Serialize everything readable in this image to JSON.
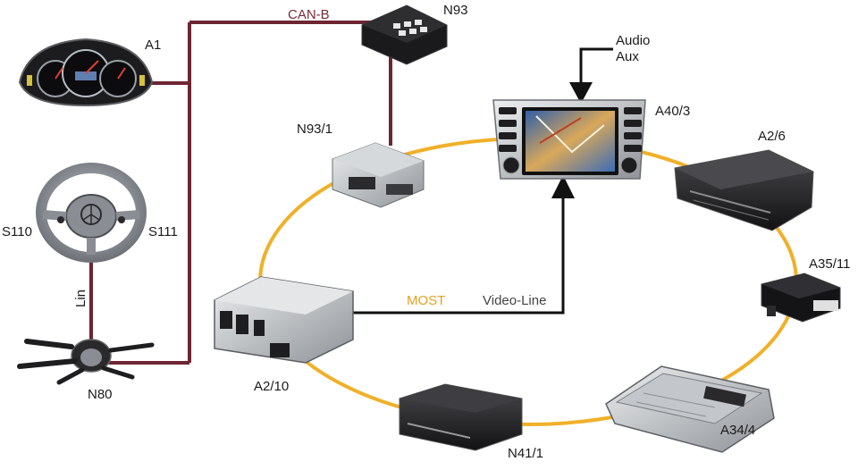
{
  "colors": {
    "most_ring": "#f0b02a",
    "can_bus": "#6e2533",
    "video_line": "#111111",
    "device_dark": "#1d1d1f",
    "device_silver": "#b9bcc0"
  },
  "buses": {
    "can": "CAN-B",
    "most": "MOST",
    "video": "Video-Line",
    "lin": "Lin"
  },
  "audio_input": {
    "line1": "Audio",
    "line2": "Aux"
  },
  "components": {
    "a1": "A1",
    "n93": "N93",
    "n93_1": "N93/1",
    "a40_3": "A40/3",
    "a2_6": "A2/6",
    "a35_11": "A35/11",
    "a34_4": "A34/4",
    "n41_1": "N41/1",
    "a2_10": "A2/10",
    "s110": "S110",
    "s111": "S111",
    "n80": "N80"
  },
  "icons": {
    "a1": "instrument-cluster-icon",
    "n93": "gateway-module-icon",
    "n93_1": "interface-module-icon",
    "a40_3": "comand-head-unit-icon",
    "a2_6": "cd-changer-icon",
    "a35_11": "amplifier-module-icon",
    "a34_4": "sound-amplifier-icon",
    "n41_1": "dvd-drive-icon",
    "a2_10": "radio-module-icon",
    "steering": "steering-wheel-icon",
    "n80": "steering-column-switch-icon"
  }
}
